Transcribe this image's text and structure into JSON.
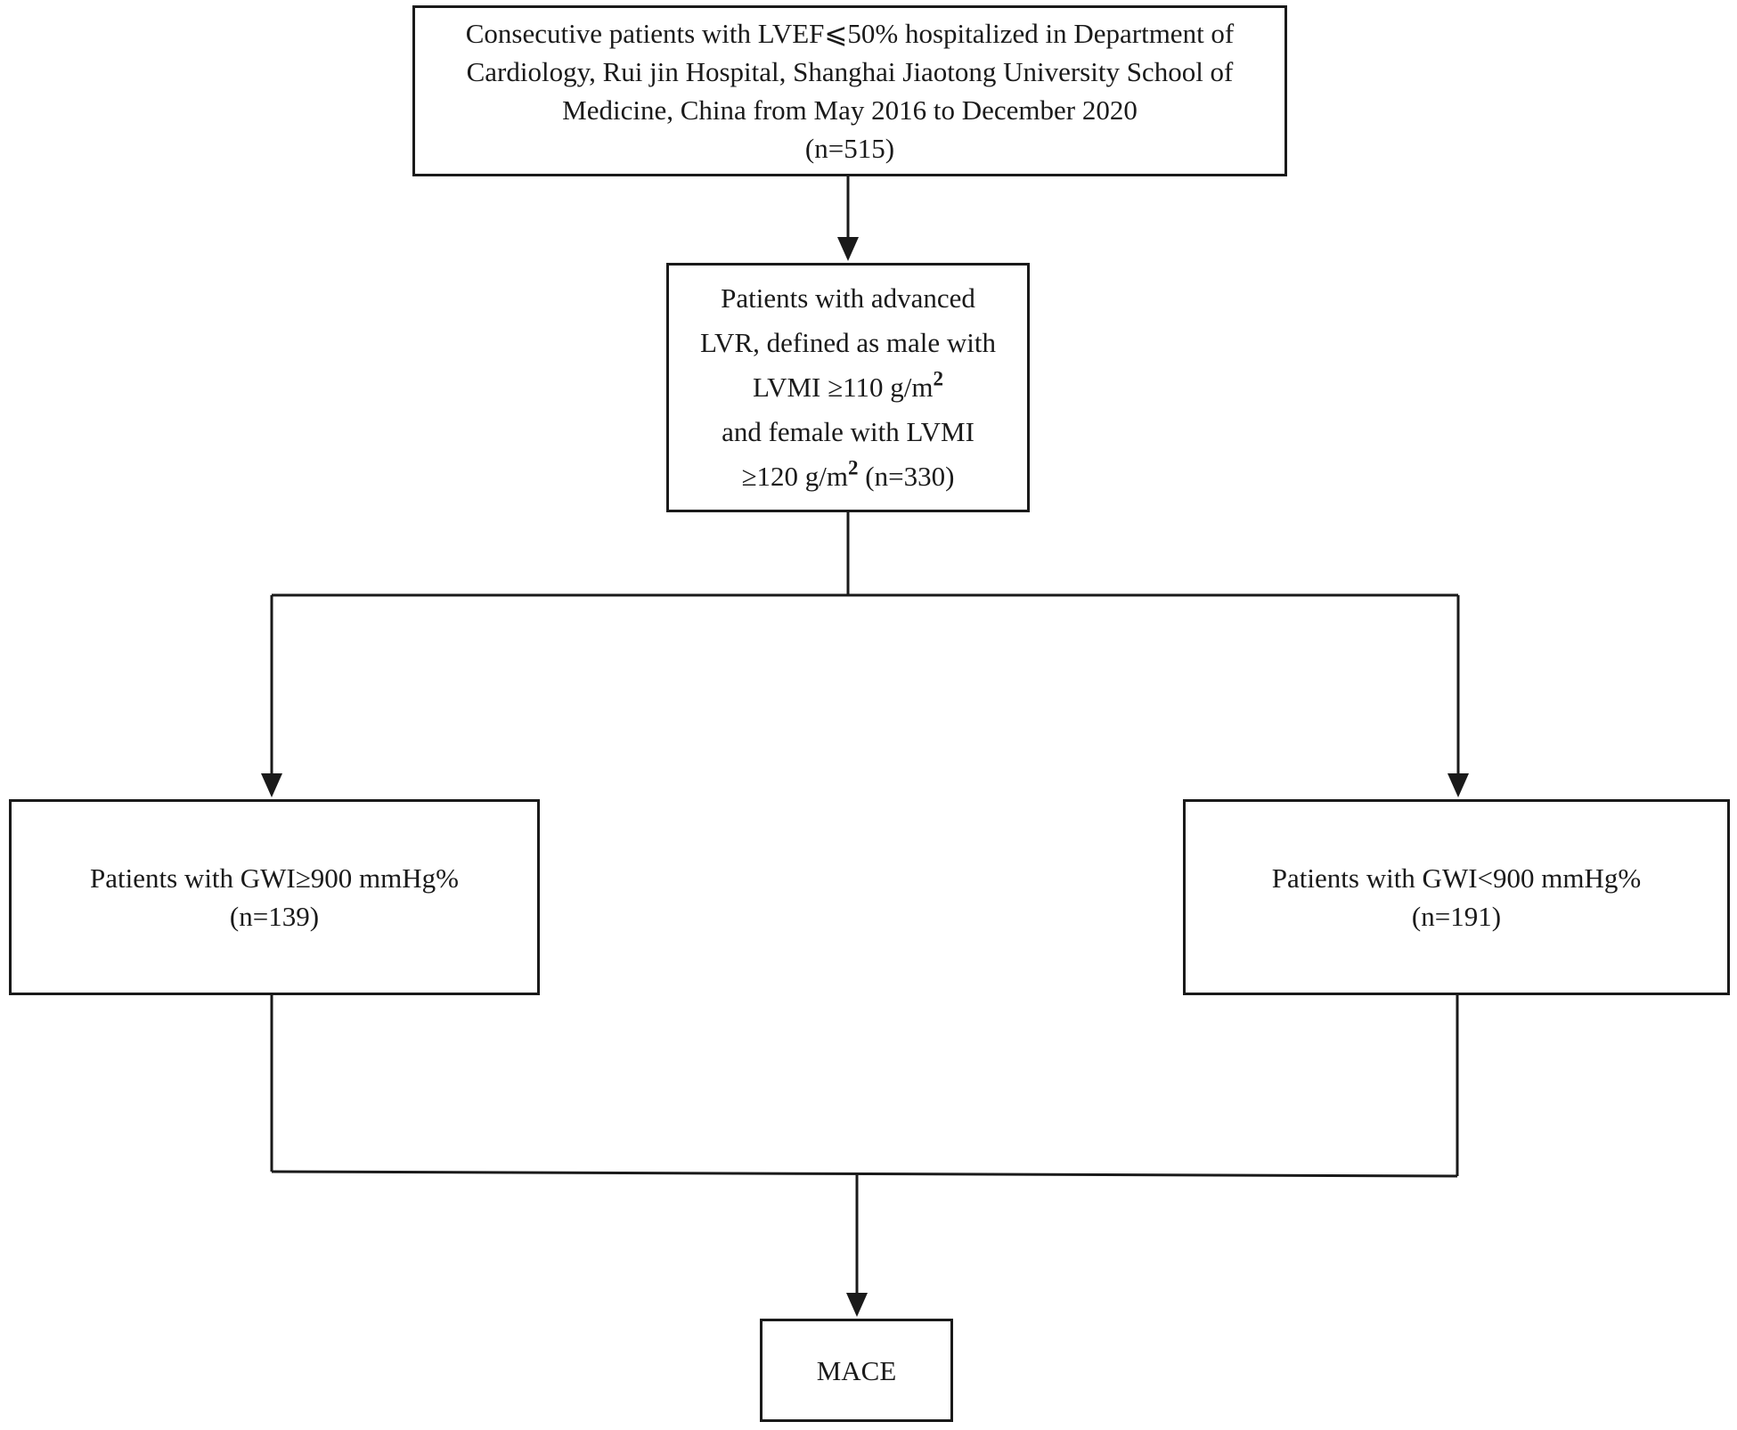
{
  "flowchart": {
    "source": {
      "line1": "Consecutive patients with LVEF⩽50% hospitalized in Department of",
      "line2": "Cardiology, Rui jin Hospital, Shanghai Jiaotong University School of",
      "line3": "Medicine, China from May 2016 to December 2020",
      "count": "(n=515)"
    },
    "advanced_lvr": {
      "line1": "Patients with advanced",
      "line2": "LVR, defined as male with",
      "line3_text": "LVMI ≥110 g/m",
      "line3_sup": "2",
      "line4": "and female with LVMI",
      "line5_text": "≥120 g/m",
      "line5_sup": "2",
      "line5_count": " (n=330)"
    },
    "gwi_high": {
      "label": "Patients with GWI≥900 mmHg%",
      "count": "(n=139)"
    },
    "gwi_low": {
      "label": "Patients with GWI<900 mmHg%",
      "count": "(n=191)"
    },
    "outcome": {
      "label": "MACE"
    }
  }
}
